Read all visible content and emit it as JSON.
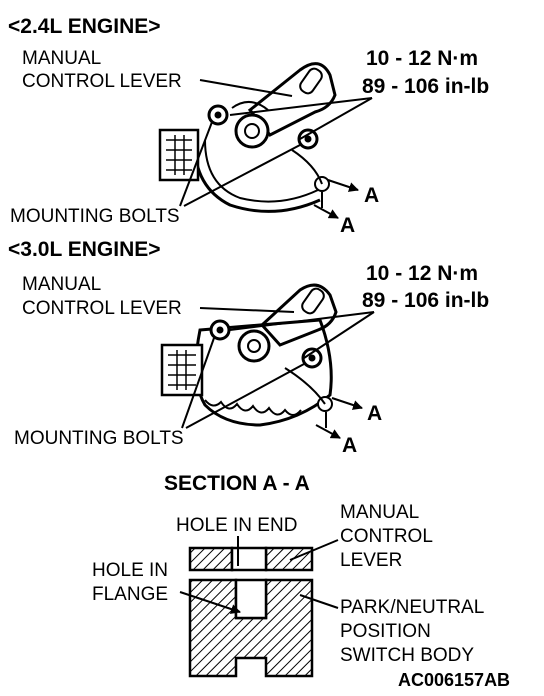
{
  "top": {
    "heading": "<2.4L ENGINE>",
    "lever_label_1": "MANUAL",
    "lever_label_2": "CONTROL LEVER",
    "torque_nm": "10 - 12 N·m",
    "torque_inlb": "89 - 106 in-lb",
    "bolts_label": "MOUNTING BOLTS",
    "section_mark_1": "A",
    "section_mark_2": "A"
  },
  "middle": {
    "heading": "<3.0L ENGINE>",
    "lever_label_1": "MANUAL",
    "lever_label_2": "CONTROL LEVER",
    "torque_nm": "10 - 12 N·m",
    "torque_inlb": "89 - 106 in-lb",
    "bolts_label": "MOUNTING BOLTS",
    "section_mark_1": "A",
    "section_mark_2": "A"
  },
  "section": {
    "title": "SECTION A - A",
    "hole_in_end": "HOLE IN END",
    "hole_in_flange_1": "HOLE IN",
    "hole_in_flange_2": "FLANGE",
    "lever_1": "MANUAL",
    "lever_2": "CONTROL",
    "lever_3": "LEVER",
    "body_1": "PARK/NEUTRAL",
    "body_2": "POSITION",
    "body_3": "SWITCH BODY"
  },
  "figure_code": "AC006157AB"
}
